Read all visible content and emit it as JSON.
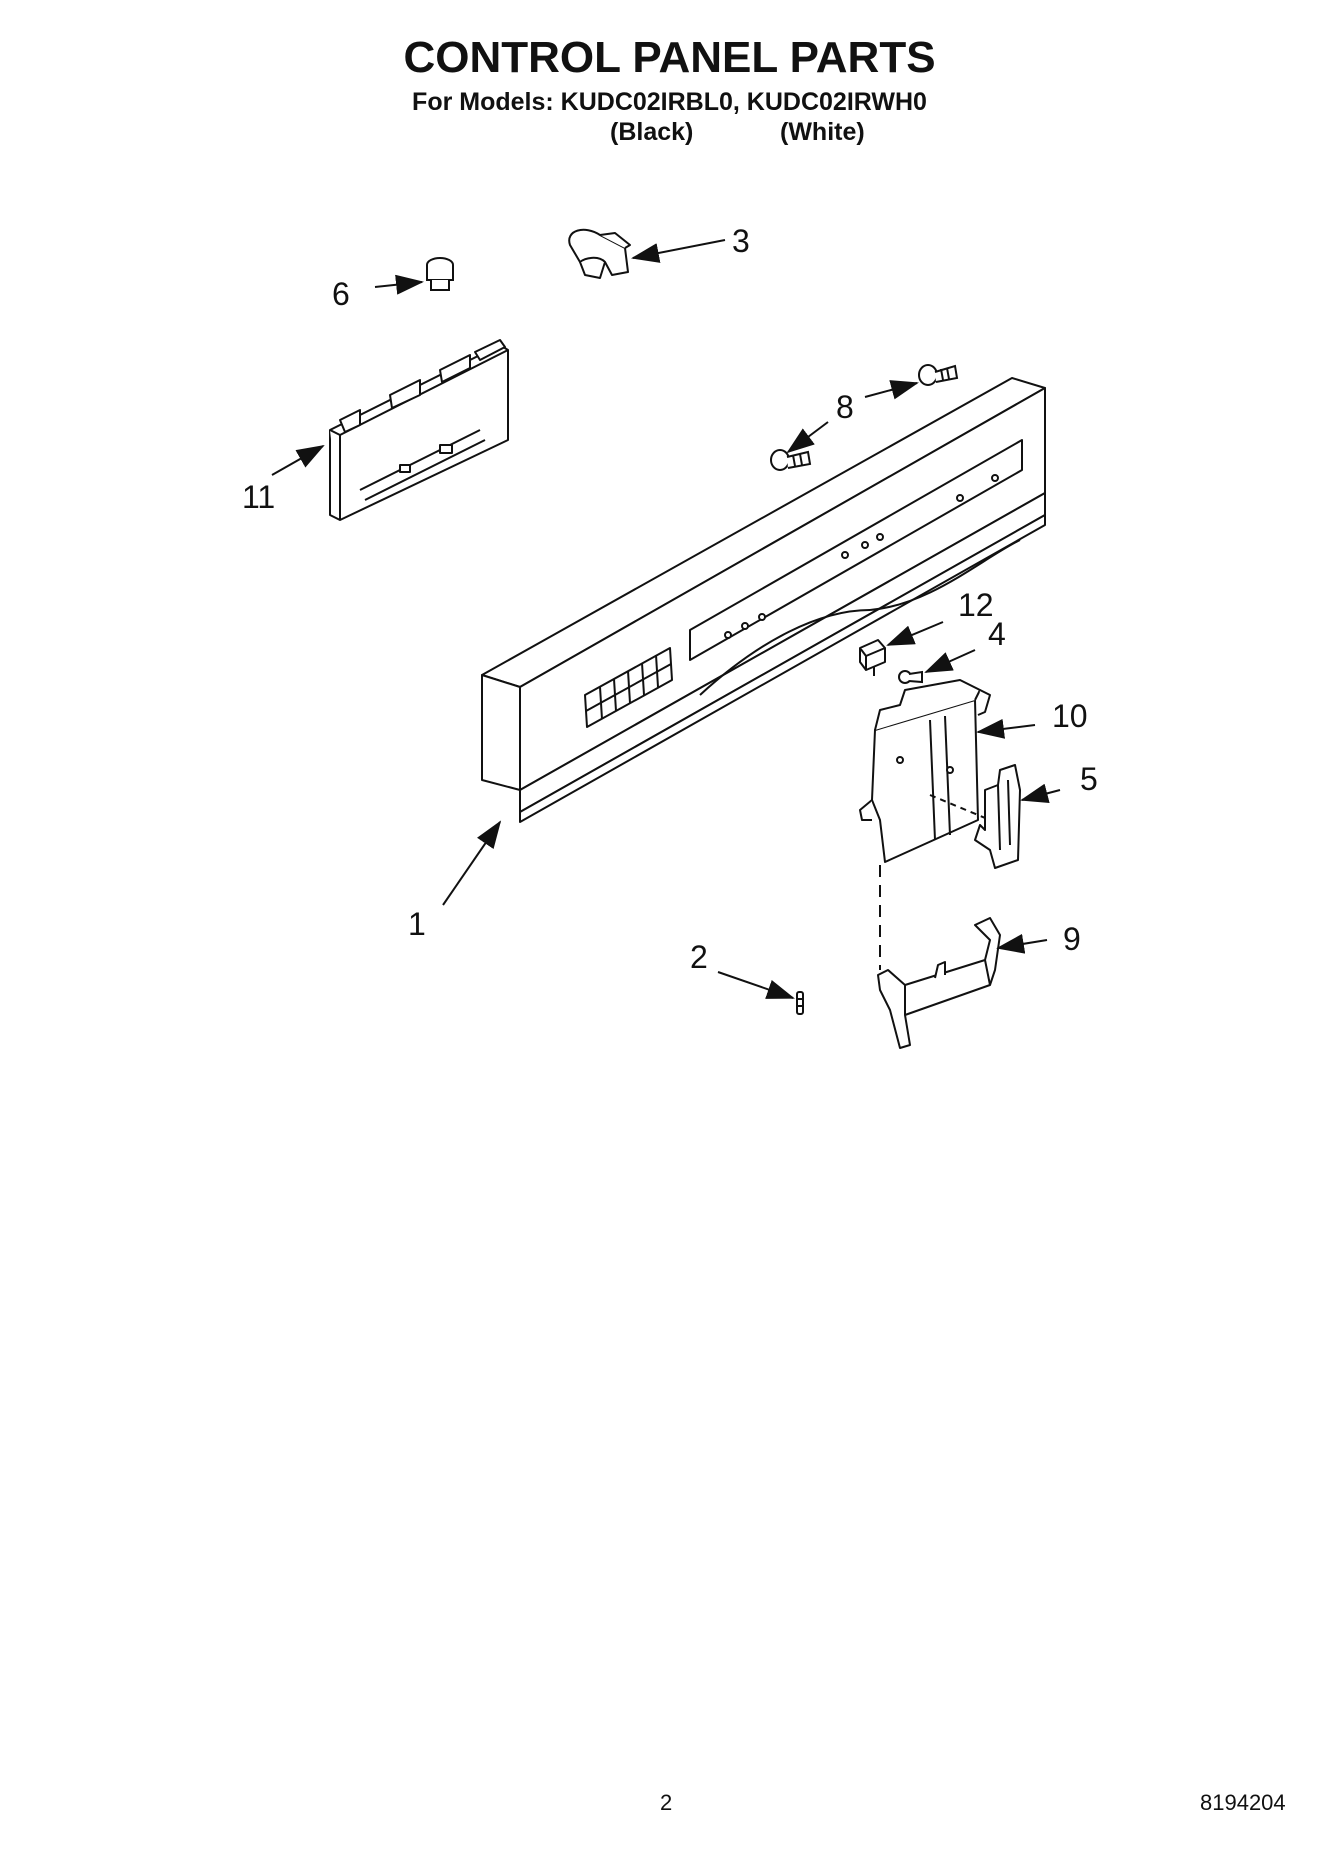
{
  "header": {
    "title": "CONTROL PANEL PARTS",
    "subtitle": "For Models: KUDC02IRBL0, KUDC02IRWH0",
    "color_black": "(Black)",
    "color_white": "(White)"
  },
  "callouts": {
    "c1": "1",
    "c2": "2",
    "c3": "3",
    "c4": "4",
    "c5": "5",
    "c6": "6",
    "c8": "8",
    "c9": "9",
    "c10": "10",
    "c11": "11",
    "c12": "12"
  },
  "footer": {
    "page_number": "2",
    "doc_number": "8194204"
  }
}
